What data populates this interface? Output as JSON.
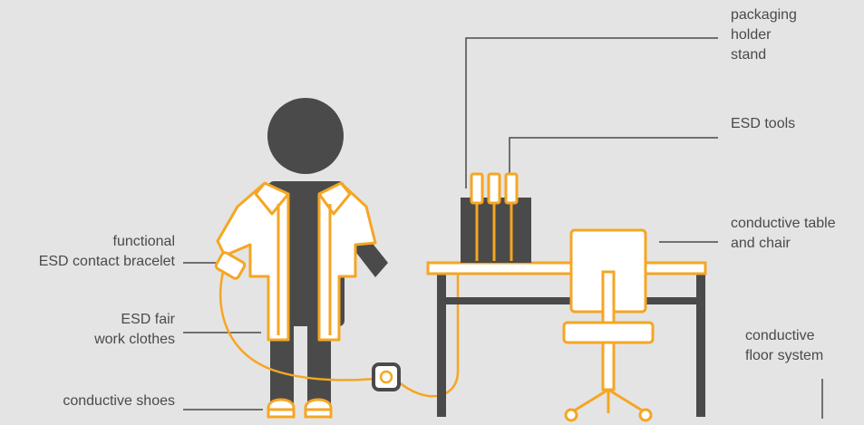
{
  "colors": {
    "background": "#e4e4e4",
    "dark": "#4a4a4a",
    "accent": "#f5a623",
    "light": "#ffffff"
  },
  "labels": {
    "packaging": [
      "packaging",
      "holder",
      "stand"
    ],
    "tools": [
      "ESD tools"
    ],
    "table": [
      "conductive table",
      "and chair"
    ],
    "floor": [
      "conductive",
      "floor system"
    ],
    "bracelet": [
      "functional",
      "ESD contact bracelet"
    ],
    "clothes": [
      "ESD fair",
      "work clothes"
    ],
    "shoes": [
      "conductive shoes"
    ]
  },
  "icons": {
    "person": "person-figure-icon",
    "coat": "work-coat-icon",
    "bracelet": "wrist-bracelet-icon",
    "shoes": "shoes-icon",
    "ground": "grounding-socket-icon",
    "table": "desk-icon",
    "chair": "office-chair-icon",
    "stand": "packaging-stand-icon",
    "tools": "esd-tools-icon"
  }
}
